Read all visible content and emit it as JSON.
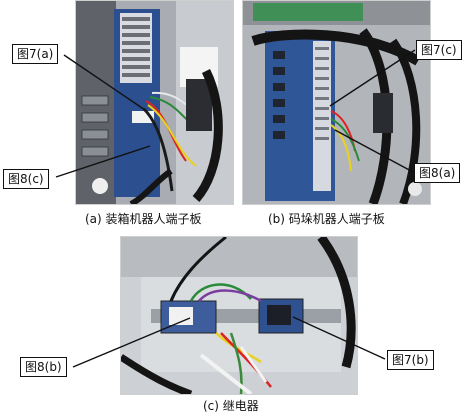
{
  "panels": {
    "a": {
      "caption": "(a) 装箱机器人端子板"
    },
    "b": {
      "caption": "(b) 码垛机器人端子板"
    },
    "c": {
      "caption": "(c) 继电器"
    }
  },
  "callouts": {
    "fig7a": "图7(a)",
    "fig8c": "图8(c)",
    "fig7c": "图7(c)",
    "fig8a": "图8(a)",
    "fig8b": "图8(b)",
    "fig7b": "图7(b)"
  }
}
